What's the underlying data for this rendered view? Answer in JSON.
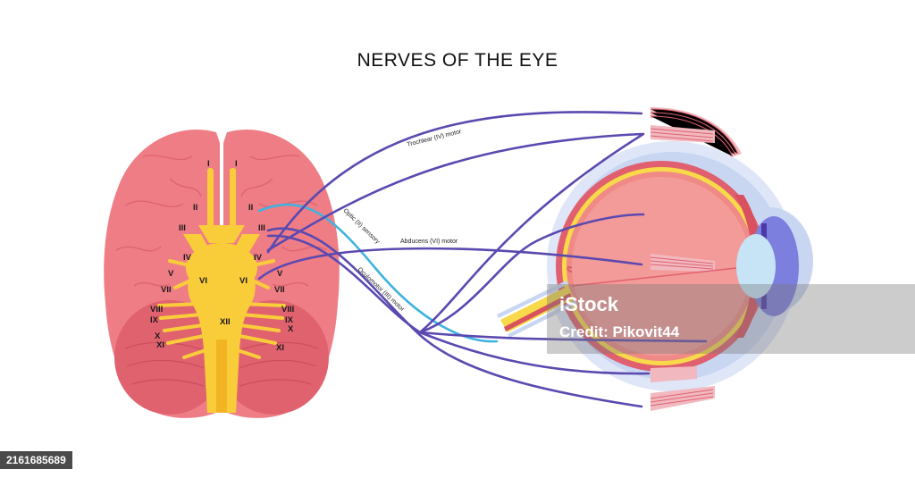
{
  "title": "NERVES OF THE EYE",
  "nerve_pairs": {
    "I": "I",
    "II": "II",
    "III": "III",
    "IV": "IV",
    "V": "V",
    "VI": "VI",
    "VII": "VII",
    "VIII": "VIII",
    "IX": "IX",
    "X": "X",
    "XI": "XI",
    "XII": "XII"
  },
  "pathways": {
    "trochlear": "Trochlear (IV) motor",
    "optic": "Optic (II) sensory",
    "abducens": "Abducens (VI) motor",
    "oculomotor": "Oculomotor (III) motor"
  },
  "watermark": {
    "brand": "iStock",
    "credit_prefix": "Credit:",
    "credit_name": "Pikovit44"
  },
  "stock_id": "2161685689",
  "colors": {
    "brain": "#ef7d86",
    "brainstem": "#f9cd3a",
    "nerve_motor": "#5b49b0",
    "nerve_optic": "#3fb3e0",
    "eyeball": "#ea6a78",
    "sclera_ring": "#c9d6f2",
    "lens": "#c6e4f5"
  }
}
